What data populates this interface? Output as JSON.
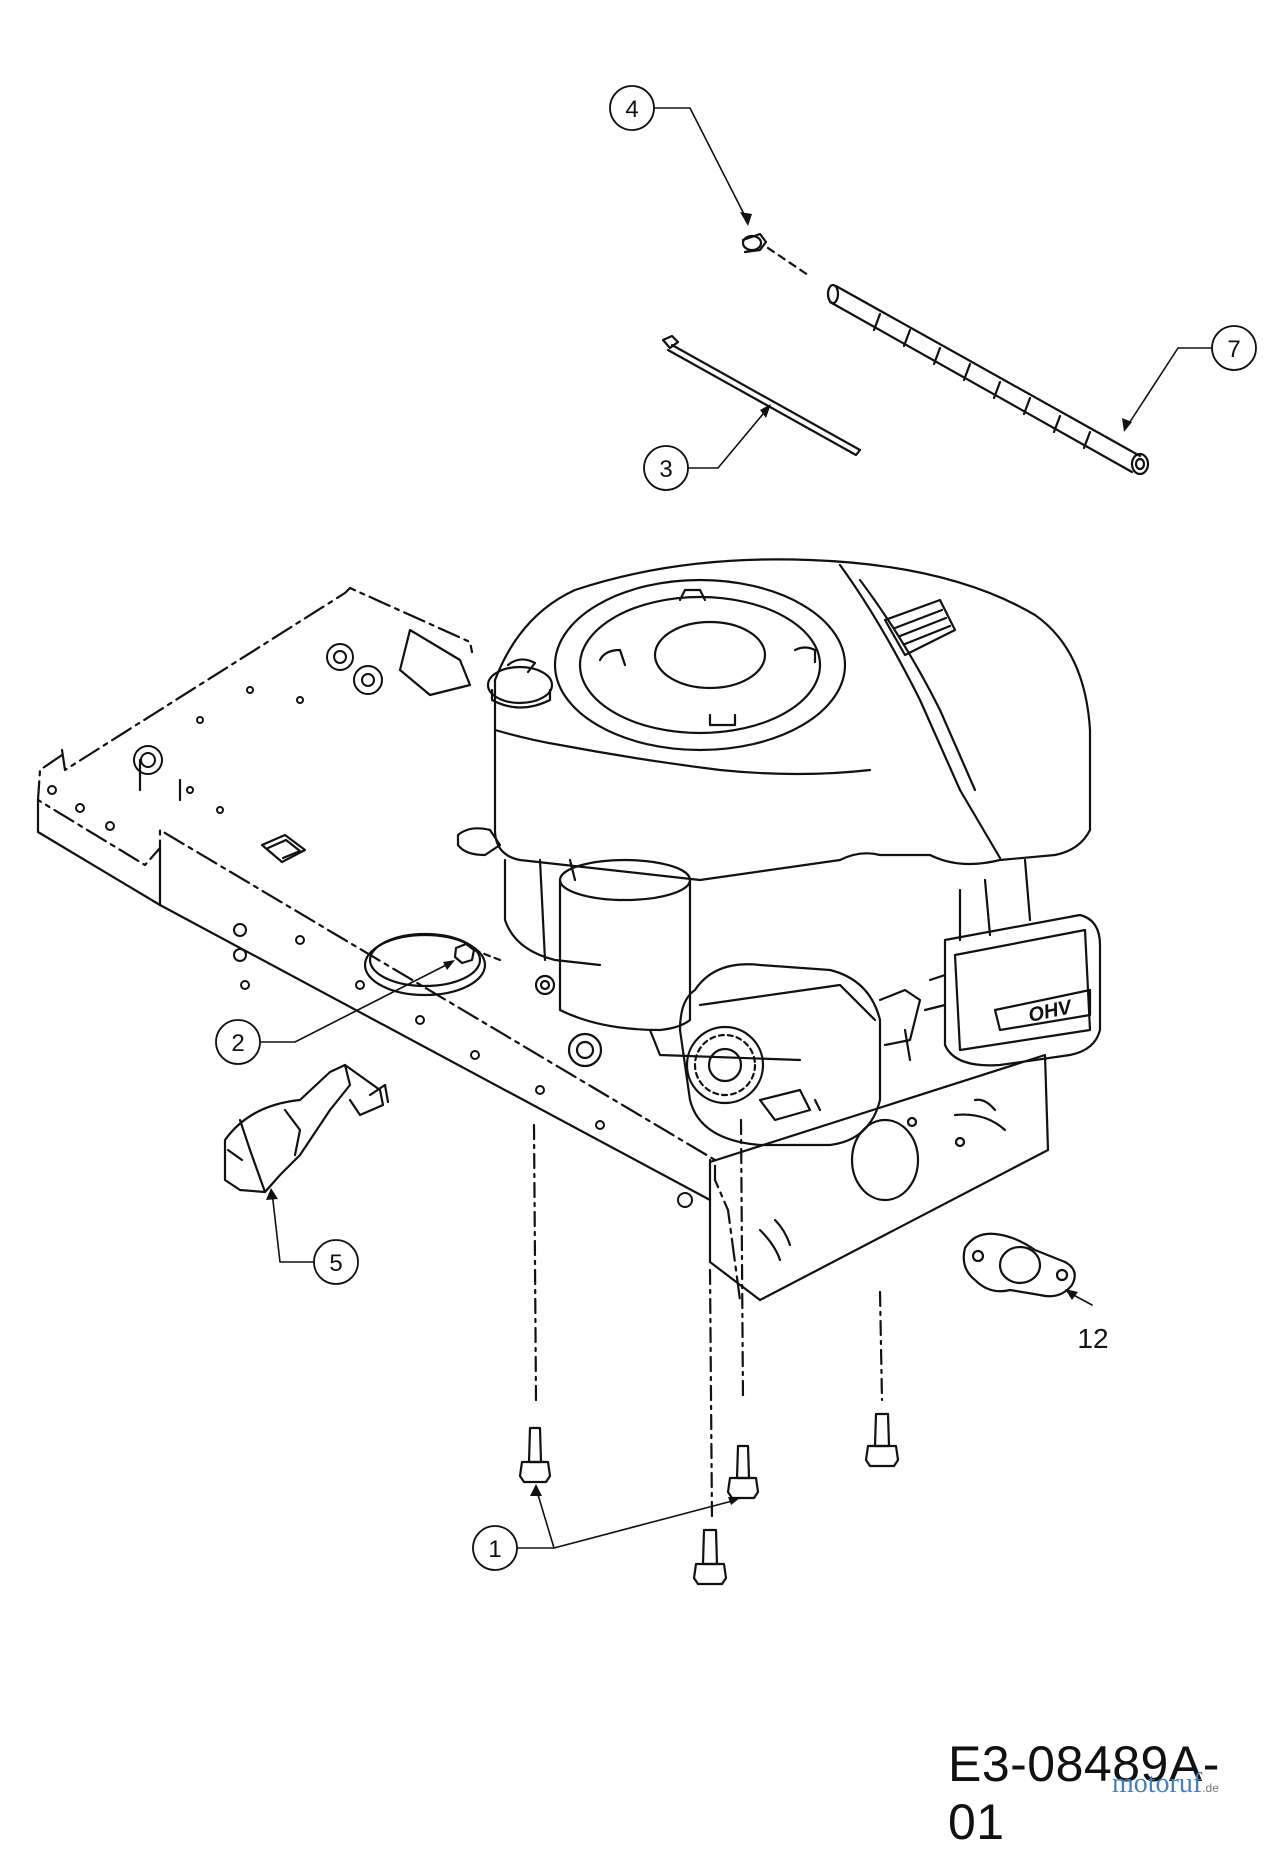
{
  "diagram": {
    "callouts": {
      "c1": "1",
      "c2": "2",
      "c3": "3",
      "c4": "4",
      "c5": "5",
      "c7": "7",
      "c12": "12"
    },
    "engine_badge": "OHV",
    "part_number": "E3-08489A-01",
    "watermark": {
      "main": "motoruf",
      "tld": ".de",
      "color": "#4a7fb5"
    }
  }
}
